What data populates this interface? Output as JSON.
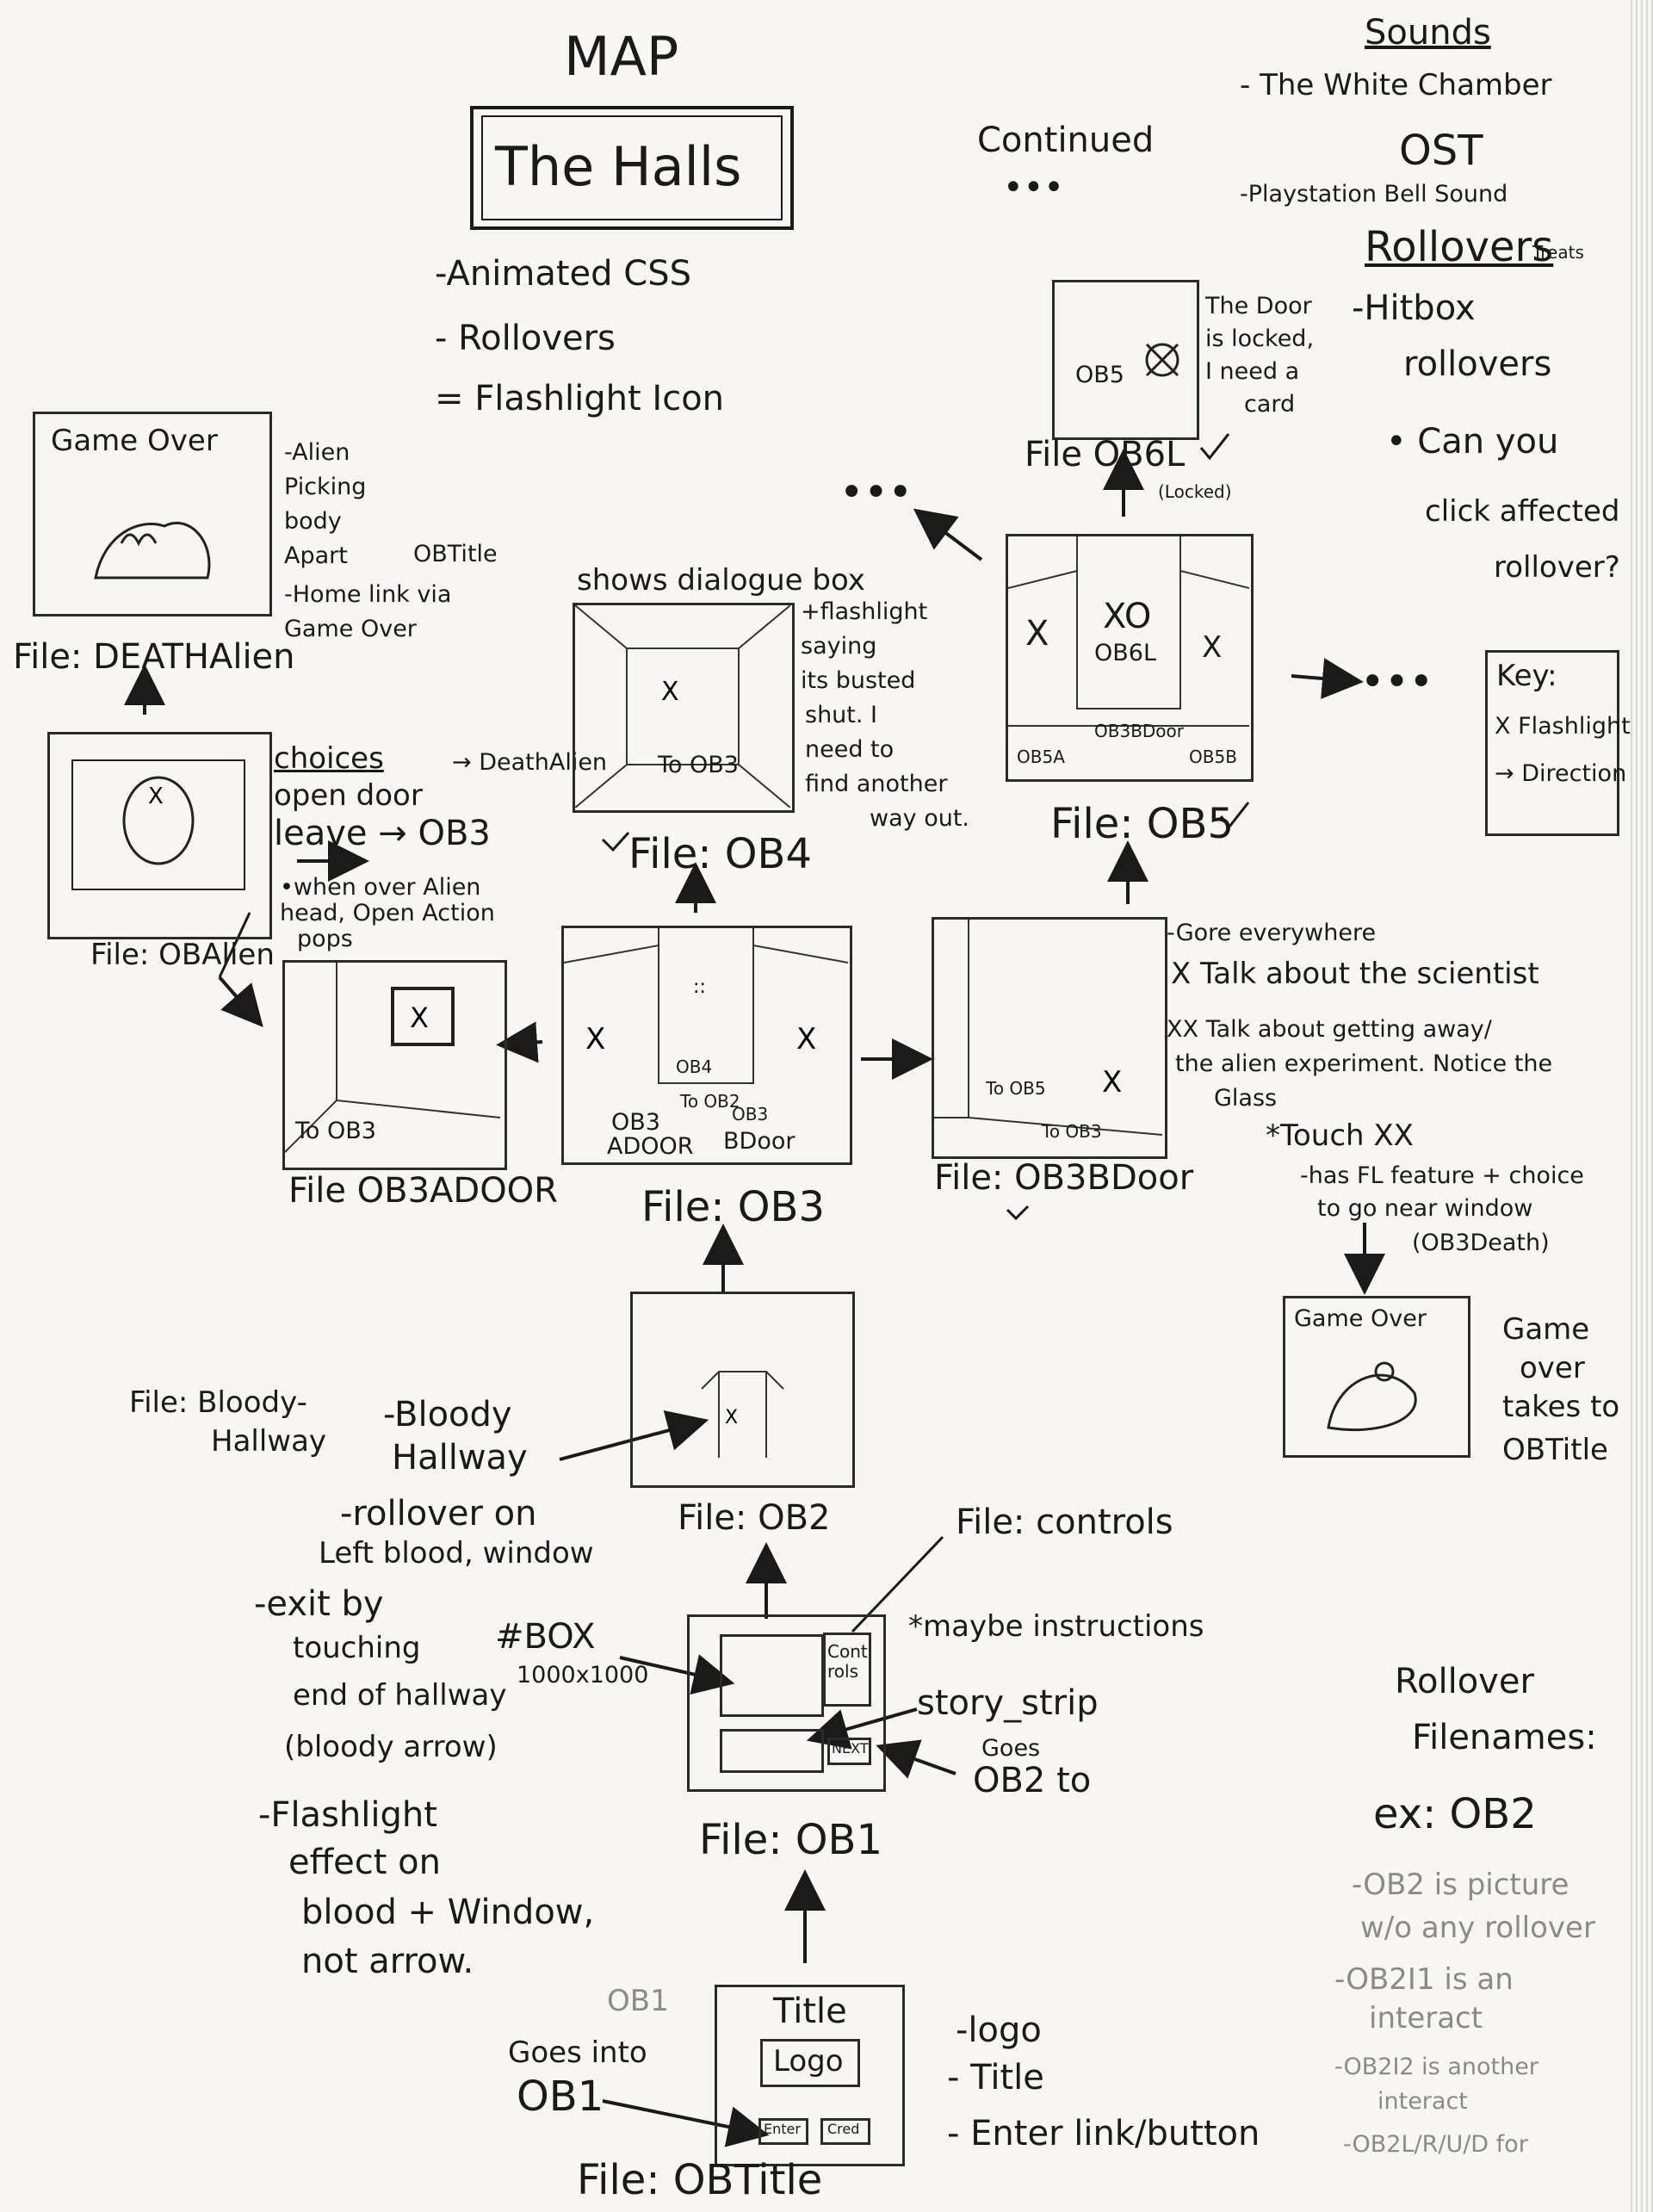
{
  "header": {
    "map": "MAP",
    "title": "The Halls",
    "features": [
      "-Animated CSS",
      "- Rollovers",
      "= Flashlight Icon"
    ]
  },
  "continued": {
    "text": "Continued",
    "dots": "•••"
  },
  "sounds": {
    "heading": "Sounds",
    "items": [
      "- The White Chamber",
      "OST",
      "-Playstation Bell Sound",
      "Treats"
    ]
  },
  "rollovers": {
    "heading": "Rollovers",
    "items": [
      "-Hitbox",
      "rollovers",
      "• Can you",
      "click affected",
      "rollover?"
    ]
  },
  "key": {
    "heading": "Key:",
    "items": [
      "X Flashlight",
      "→ Direction"
    ]
  },
  "game_over_alien": {
    "screen_text": "Game Over",
    "notes": [
      "-Alien",
      "Picking",
      "body",
      "Apart",
      "-Home link via",
      "Game Over"
    ],
    "obtitle": "OBTitle",
    "file": "File: DEATHAlien"
  },
  "ob_alien": {
    "notes": [
      "choices",
      "open door",
      "leave → OB3",
      "•when over Alien",
      "head, Open Action",
      "pops"
    ],
    "death_link": "→ DeathAlien",
    "file": "File: OBAlien"
  },
  "ob4": {
    "caption": "shows dialogue box",
    "notes": [
      "+flashlight",
      "saying",
      "its busted",
      "shut. I",
      "need to",
      "find another",
      "way out."
    ],
    "to": "To OB3",
    "file": "File: OB4"
  },
  "ob6l": {
    "label": "OB5",
    "note": [
      "The Door",
      "is locked,",
      "I need a",
      "card"
    ],
    "file": "File OB6L",
    "locked": "(Locked)"
  },
  "ob5": {
    "marks": [
      "X",
      "XO",
      "OB6L",
      "X"
    ],
    "labels": [
      "OB5A",
      "OB3BDoor",
      "OB5B"
    ],
    "file": "File: OB5",
    "dots": "•••"
  },
  "ob3": {
    "labels": [
      "OB4",
      "To OB2",
      "OB3",
      "ADOOR",
      "OB3",
      "BDoor"
    ],
    "file": "File: OB3"
  },
  "ob3adoor": {
    "label": "To OB3",
    "file": "File OB3ADOOR"
  },
  "ob3bdoor": {
    "labels": [
      "To OB5",
      "To OB3"
    ],
    "notes": [
      "-Gore everywhere",
      "X Talk about the scientist",
      "XX Talk about getting away/",
      "the alien experiment. Notice the",
      "Glass",
      "*Touch XX",
      "-has FL feature + choice",
      "to go near window",
      "(OB3Death)"
    ],
    "file": "File: OB3BDoor"
  },
  "ob3death": {
    "screen_text": "Game Over",
    "notes": [
      "Game",
      "over",
      "takes to",
      "OBTitle"
    ]
  },
  "ob2": {
    "file_left": [
      "File: Bloody-",
      "Hallway"
    ],
    "notes": [
      "-Bloody",
      "Hallway",
      "-rollover on",
      "Left blood, window",
      "-exit by",
      "touching",
      "end of hallway",
      "(bloody arrow)",
      "-Flashlight",
      "effect on",
      "blood + Window,",
      "not arrow."
    ],
    "file": "File: OB2"
  },
  "ob1": {
    "controls": "File: controls",
    "maybe": "*maybe instructions",
    "box": "#BOX",
    "box_size": "1000x1000",
    "story": "story_strip",
    "next": "NEXT",
    "goes": "Goes",
    "goes_to": "OB2 to",
    "controls_label": "Cont rols",
    "file": "File: OB1"
  },
  "obtitle": {
    "screen_title": "Title",
    "logo": "Logo",
    "enter": "Enter",
    "credits": "Cred",
    "goes_into": [
      "Goes into",
      "OB1"
    ],
    "notes": [
      "-logo",
      "- Title",
      "- Enter link/button"
    ],
    "faint": "OB1",
    "file": "File: OBTitle"
  },
  "rollover_filenames": {
    "heading": [
      "Rollover",
      "Filenames:"
    ],
    "example": "ex: OB2",
    "items": [
      "-OB2 is picture",
      "w/o any rollover",
      "-OB2I1 is an",
      "interact",
      "-OB2I2 is another",
      "interact",
      "-OB2L/R/U/D for"
    ]
  }
}
